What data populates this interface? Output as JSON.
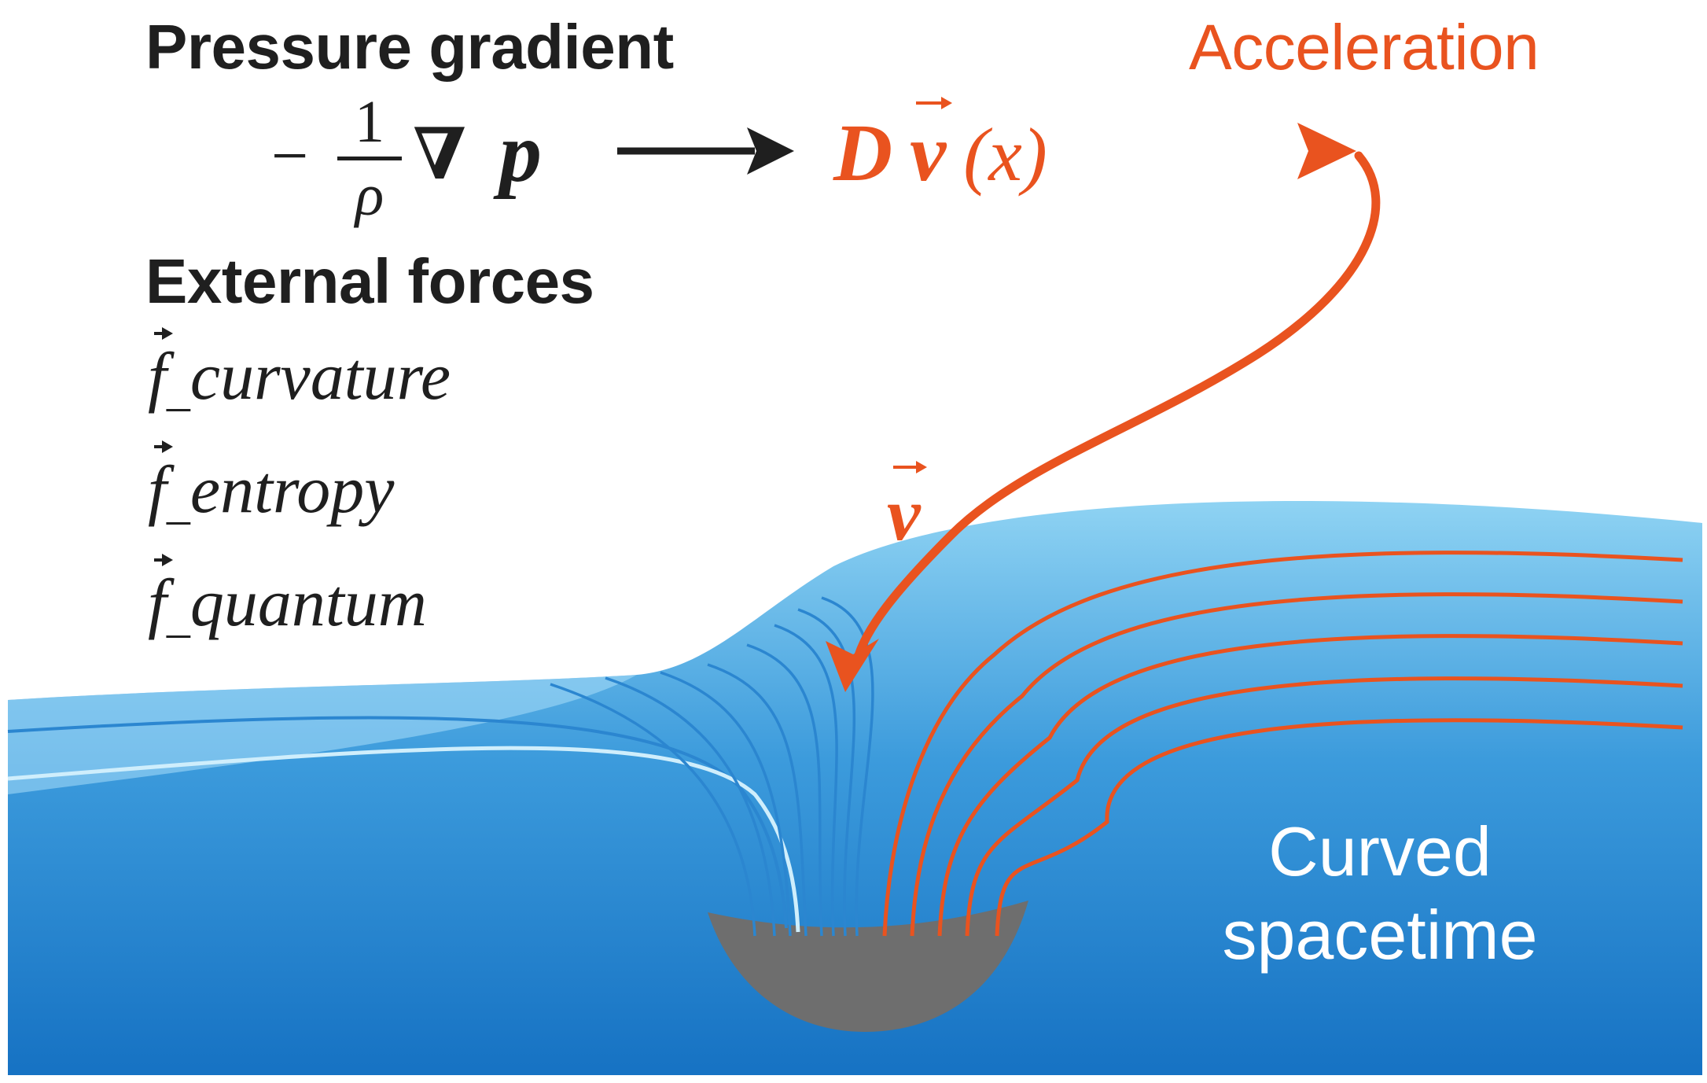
{
  "pressure": {
    "heading": "Pressure gradient",
    "formula_minus": "−",
    "formula_numerator": "1",
    "formula_denominator": "ρ",
    "formula_nabla": "∇",
    "formula_p": "p"
  },
  "acceleration": {
    "heading": "Acceleration",
    "formula_D": "D",
    "formula_v": "v",
    "formula_x": "(x)"
  },
  "external_forces": {
    "heading": "External forces",
    "items": [
      {
        "symbol": "f",
        "sub": "_",
        "name": "curvature"
      },
      {
        "symbol": "f",
        "sub": "_",
        "name": "entropy"
      },
      {
        "symbol": "f",
        "sub": "_",
        "name": "quantum"
      }
    ]
  },
  "velocity_label": "v",
  "spacetime_label": [
    "Curved",
    "spacetime"
  ],
  "colors": {
    "accent": "#e9531f",
    "text": "#1f1f1f",
    "surface_light": "#8fd3f3",
    "surface_dark": "#1672c3",
    "well": "#6e6e6e",
    "field_line_blue": "#2b86d0"
  }
}
